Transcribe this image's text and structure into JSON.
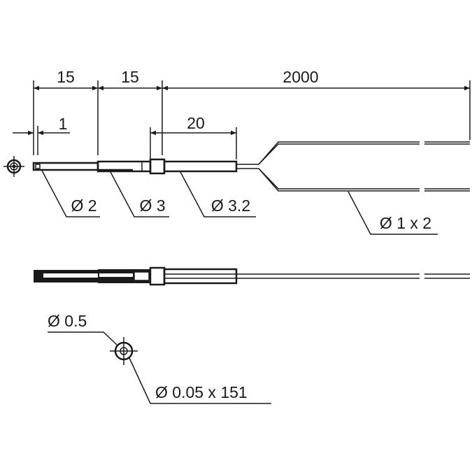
{
  "dimensions": {
    "tip_length": "15",
    "sleeve_length": "15",
    "cable_length": "2000",
    "tip_offset": "1",
    "sleeve2_length": "20"
  },
  "labels": {
    "d_tip": "Ø 2",
    "d_sleeve": "Ø 3",
    "d_sleeve2": "Ø 3.2",
    "d_cable": "Ø 1 x 2",
    "d_fiber": "Ø 0.5",
    "d_fiber_core": "Ø 0.05 x 151"
  }
}
